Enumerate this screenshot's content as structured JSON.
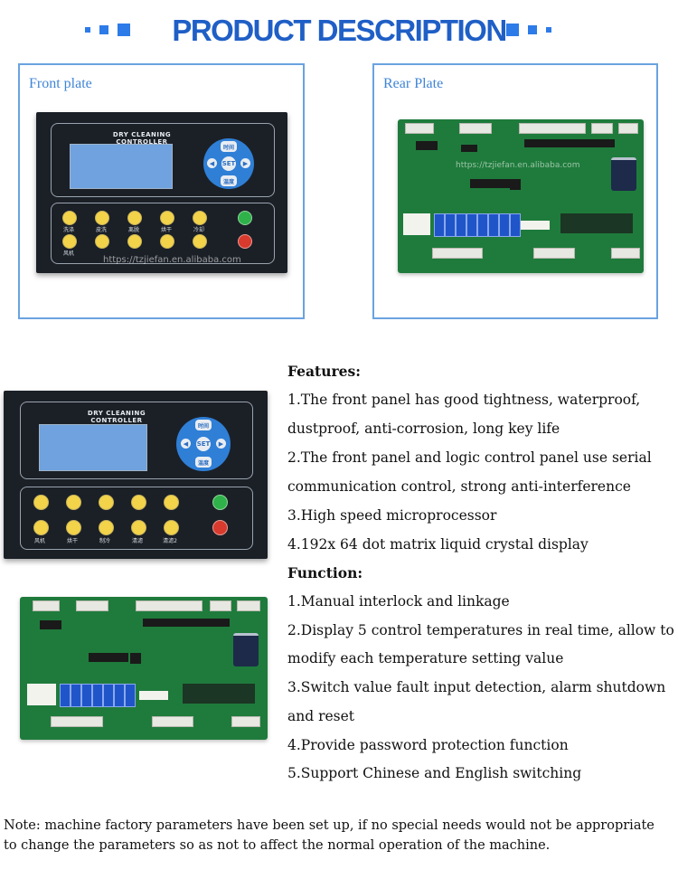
{
  "header": {
    "title": "PRODUCT DESCRIPTION",
    "accent_color": "#1f5fc6",
    "square_color": "#2d7be8"
  },
  "front_plate": {
    "label": "Front plate",
    "panel_title": "DRY CLEANING CONTROLLER",
    "pad_keys": [
      "时间",
      "SET",
      "温度"
    ],
    "key_labels_top": [
      "洗涤",
      "皮洗",
      "离脱",
      "烘干",
      "冷却"
    ],
    "key_labels_bottom": [
      "风机",
      "烘干",
      "制冷",
      "清滤",
      "清滤2"
    ],
    "watermark": "https://tzjiefan.en.alibaba.com"
  },
  "rear_plate": {
    "label": "Rear Plate",
    "watermark": "https://tzjiefan.en.alibaba.com"
  },
  "features": {
    "heading": "Features:",
    "items": [
      "1.The front panel has good tightness, waterproof,",
      "dustproof, anti-corrosion, long key life",
      "2.The front panel and logic control panel use serial",
      "communication control, strong anti-interference",
      "3.High speed microprocessor",
      "4.192x 64 dot matrix liquid crystal display"
    ]
  },
  "function": {
    "heading": "Function:",
    "items": [
      "1.Manual interlock and linkage",
      "2.Display 5 control temperatures in real time, allow to",
      "modify each temperature setting value",
      "3.Switch value fault input detection, alarm shutdown",
      "and reset",
      "4.Provide password protection function",
      "5.Support Chinese and English switching"
    ]
  },
  "note": {
    "line1": "Note: machine factory parameters have been set up, if no special needs would not be appropriate",
    "line2": "to change the parameters so as not to affect the normal operation of the machine."
  }
}
